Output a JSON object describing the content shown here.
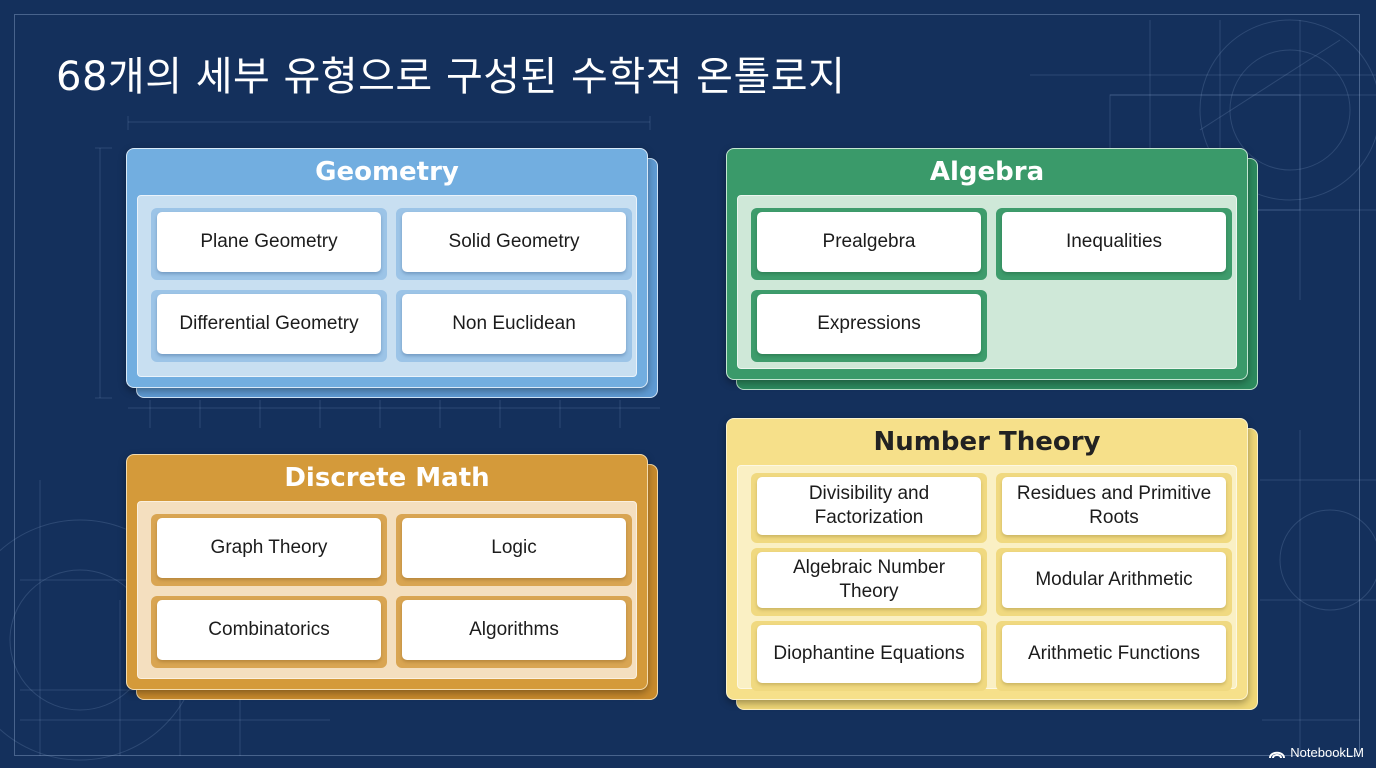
{
  "title": "68개의 세부 유형으로 구성된 수학적 온톨로지",
  "colors": {
    "background": "#14305c",
    "geometry": "#72aee0",
    "algebra": "#3a9a6a",
    "discrete_math": "#d49a3a",
    "number_theory": "#f6e08a"
  },
  "groups": {
    "geometry": {
      "title": "Geometry",
      "items": [
        "Plane Geometry",
        "Solid Geometry",
        "Differential Geometry",
        "Non Euclidean"
      ]
    },
    "algebra": {
      "title": "Algebra",
      "items": [
        "Prealgebra",
        "Inequalities",
        "Expressions"
      ]
    },
    "discrete_math": {
      "title": "Discrete Math",
      "items": [
        "Graph Theory",
        "Logic",
        "Combinatorics",
        "Algorithms"
      ]
    },
    "number_theory": {
      "title": "Number Theory",
      "items": [
        "Divisibility and Factorization",
        "Residues and Primitive Roots",
        "Algebraic Number Theory",
        "Modular Arithmetic",
        "Diophantine Equations",
        "Arithmetic Functions"
      ]
    }
  },
  "brand": {
    "icon": "notebooklm-logo-icon",
    "label": "NotebookLM"
  }
}
